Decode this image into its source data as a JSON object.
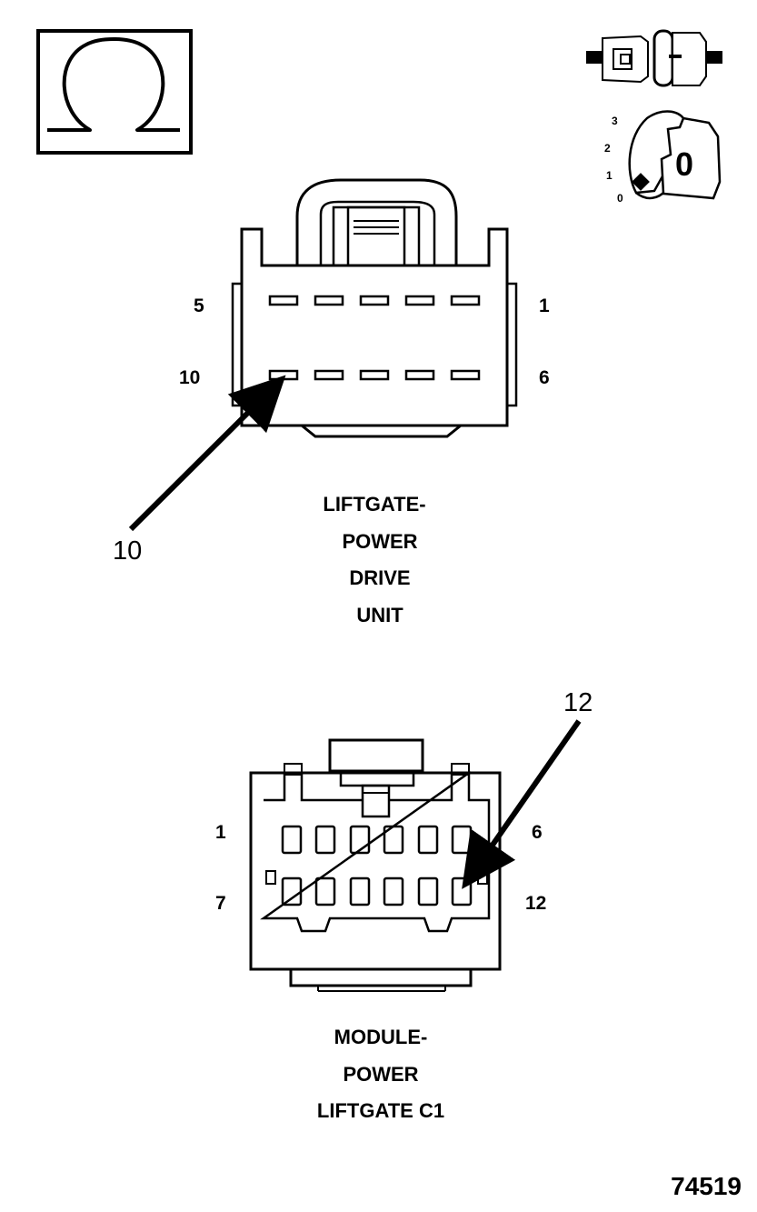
{
  "ignition_key": {
    "positions": [
      "3",
      "2",
      "1",
      "0"
    ],
    "key_label": "0"
  },
  "connector_top": {
    "pin_left_top": "5",
    "pin_right_top": "1",
    "pin_left_bottom": "10",
    "pin_right_bottom": "6",
    "callout_pin": "10",
    "title_lines": [
      "LIFTGATE-",
      "POWER",
      "DRIVE",
      "UNIT"
    ]
  },
  "connector_bottom": {
    "pin_left_top": "1",
    "pin_right_top": "6",
    "pin_left_bottom": "7",
    "pin_right_bottom": "12",
    "callout_pin": "12",
    "title_lines": [
      "MODULE-",
      "POWER",
      "LIFTGATE C1"
    ]
  },
  "figure_number": "74519"
}
